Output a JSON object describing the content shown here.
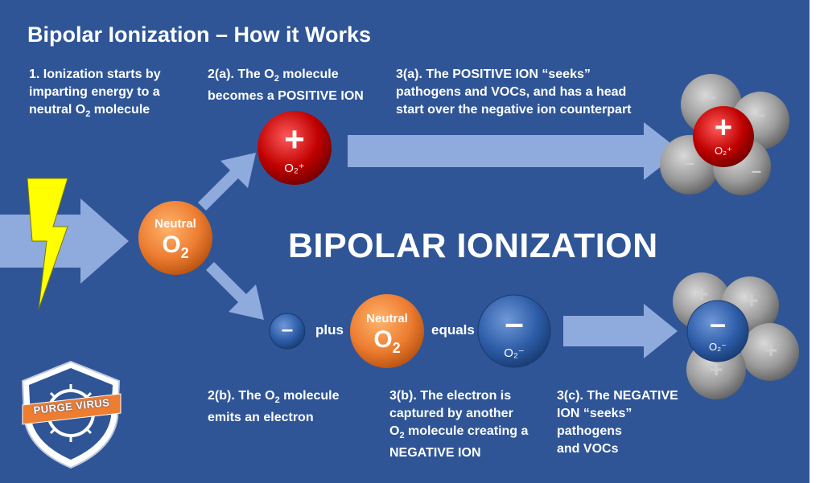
{
  "title": "Bipolar Ionization – How it Works",
  "center_label": "BIPOLAR IONIZATION",
  "captions": {
    "step1": [
      "1. Ionization starts by",
      "imparting energy to a",
      "neutral O",
      "2",
      " molecule"
    ],
    "step2a": [
      "2(a). The O",
      "2",
      " molecule",
      "becomes a POSITIVE ION"
    ],
    "step3a": [
      "3(a). The POSITIVE ION “seeks”",
      "pathogens and VOCs, and has a head",
      "start over the negative ion counterpart"
    ],
    "step2b": [
      "2(b). The O",
      "2",
      " molecule",
      "emits an electron"
    ],
    "step3b": [
      "3(b). The electron is",
      "captured by another",
      "O",
      "2",
      " molecule creating a",
      "NEGATIVE ION"
    ],
    "step3c": [
      "3(c). The NEGATIVE",
      "ION “seeks”",
      "pathogens",
      "and VOCs"
    ]
  },
  "equation": {
    "plus": "plus",
    "equals": "equals"
  },
  "molecules": {
    "neutral_word": "Neutral",
    "o": "O",
    "sub2": "2",
    "plus_sign": "+",
    "minus_sign": "–",
    "ion_plus": "O₂⁺",
    "ion_minus": "O₂⁻"
  },
  "logo": {
    "text": "PURGE VIRUS"
  },
  "colors": {
    "background": "#2f5597",
    "arrow": "#8faadc",
    "positive": "#c00000",
    "neutral": "#ed7d31",
    "negative": "#2e5da8",
    "pathogen": "#8c8c8c",
    "bolt": "#ffff00"
  }
}
